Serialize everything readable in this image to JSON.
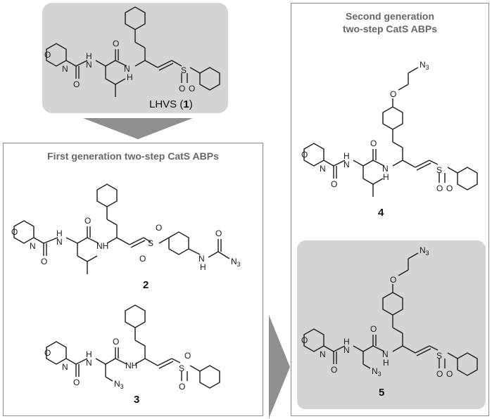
{
  "lhvs": {
    "name": "LHVS",
    "number": "1"
  },
  "first": {
    "title": "First generation two-step CatS ABPs"
  },
  "second": {
    "title_line1": "Second generation",
    "title_line2": "two-step CatS ABPs"
  },
  "compounds": {
    "c2": "2",
    "c3": "3",
    "c4": "4",
    "c5": "5"
  },
  "atoms": {
    "O": "O",
    "N": "N",
    "H": "H",
    "S": "S",
    "NH": "NH",
    "N3": "N",
    "sub3": "3"
  },
  "colors": {
    "panel_gray": "#d4d4d4",
    "arrow_gray": "#8f8f8f",
    "border": "#8c8c8c"
  }
}
